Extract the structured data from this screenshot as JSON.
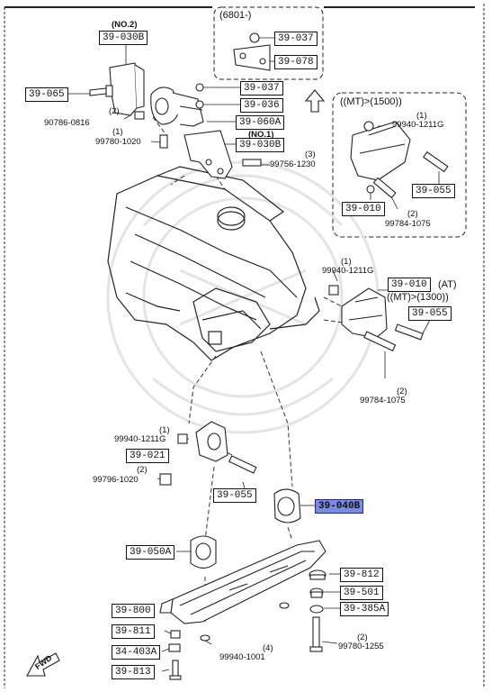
{
  "boxes": {
    "b_39_030b_top": "39-030B",
    "b_39_065": "39-065",
    "b_39_037_a": "39-037",
    "b_39_078": "39-078",
    "b_39_037_b": "39-037",
    "b_39_036": "39-036",
    "b_39_060a": "39-060A",
    "b_39_030b_mid": "39-030B",
    "b_39_055_right": "39-055",
    "b_39_010_right": "39-010",
    "b_39_010_at": "39-010",
    "b_39_055_mid": "39-055",
    "b_39_021": "39-021",
    "b_39_055_low": "39-055",
    "b_39_040b": "39-040B",
    "b_39_050a": "39-050A",
    "b_39_812": "39-812",
    "b_39_501": "39-501",
    "b_39_385a": "39-385A",
    "b_39_800": "39-800",
    "b_39_811": "39-811",
    "b_34_403a": "34-403A",
    "b_39_813": "39-813"
  },
  "labels": {
    "no2": "(NO.2)",
    "range_6801": "(6801-)",
    "p90786": "90786-0816",
    "q2_a": "(2)",
    "q1_a": "(1)",
    "p99780_1020": "99780-1020",
    "no1": "(NO.1)",
    "q3": "(3)",
    "p99756": "99756-1230",
    "mt1500": "((MT)>(1500))",
    "q1_b": "(1)",
    "p99940_right": "99940-1211G",
    "q2_b": "(2)",
    "p99784_right": "99784-1075",
    "q1_c": "(1)",
    "p99940_mid": "99940-1211G",
    "at": "(AT)",
    "mt1300": "((MT)>(1300))",
    "q2_c": "(2)",
    "p99784_mid": "99784-1075",
    "q1_d": "(1)",
    "p99940_low": "99940-1211G",
    "q2_d": "(2)",
    "p99796": "99796-1020",
    "q4": "(4)",
    "p99940_1001": "99940-1001",
    "q2_e": "(2)",
    "p99780_1255": "99780-1255",
    "fwd": "FWD"
  }
}
